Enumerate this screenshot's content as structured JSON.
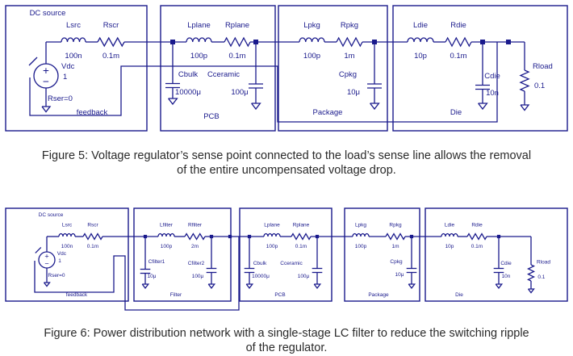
{
  "figure5": {
    "caption_line1": "Figure 5: Voltage regulator’s sense point connected to the load’s sense line allows the removal",
    "caption_line2": "of the entire uncompensated voltage drop.",
    "box_labels": [
      "DC source",
      "PCB",
      "Package",
      "Die"
    ],
    "feedback_label": "feedback",
    "source": {
      "name": "Vdc",
      "value": "1",
      "rser": "Rser=0"
    },
    "components": [
      {
        "id": "lsrc",
        "name": "Lsrc",
        "value": "100n"
      },
      {
        "id": "rscr",
        "name": "Rscr",
        "value": "0.1m"
      },
      {
        "id": "lplane",
        "name": "Lplane",
        "value": "100p"
      },
      {
        "id": "rplane",
        "name": "Rplane",
        "value": "0.1m"
      },
      {
        "id": "cbulk",
        "name": "Cbulk",
        "value": "10000μ"
      },
      {
        "id": "cceramic",
        "name": "Cceramic",
        "value": "100μ"
      },
      {
        "id": "lpkg",
        "name": "Lpkg",
        "value": "100p"
      },
      {
        "id": "rpkg",
        "name": "Rpkg",
        "value": "1m"
      },
      {
        "id": "cpkg",
        "name": "Cpkg",
        "value": "10μ"
      },
      {
        "id": "ldie",
        "name": "Ldie",
        "value": "10p"
      },
      {
        "id": "rdie",
        "name": "Rdie",
        "value": "0.1m"
      },
      {
        "id": "cdie",
        "name": "Cdie",
        "value": "10n"
      },
      {
        "id": "rload",
        "name": "Rload",
        "value": "0.1"
      }
    ]
  },
  "figure6": {
    "caption_line1": "Figure 6: Power distribution network with a single-stage LC filter to reduce the switching ripple",
    "caption_line2": "of the regulator.",
    "box_labels": [
      "DC source",
      "Filter",
      "PCB",
      "Package",
      "Die"
    ],
    "feedback_label": "feedback",
    "source": {
      "name": "Vdc",
      "value": "1",
      "rser": "Rser=0"
    },
    "components": [
      {
        "id": "lsrc",
        "name": "Lsrc",
        "value": "100n"
      },
      {
        "id": "rscr",
        "name": "Rscr",
        "value": "0.1m"
      },
      {
        "id": "lfilter",
        "name": "Lfilter",
        "value": "100p"
      },
      {
        "id": "rfilter",
        "name": "Rfilter",
        "value": "2m"
      },
      {
        "id": "cfilter1",
        "name": "Cfilter1",
        "value": "10μ"
      },
      {
        "id": "cfilter2",
        "name": "Cfilter2",
        "value": "100μ"
      },
      {
        "id": "lplane",
        "name": "Lplane",
        "value": "100p"
      },
      {
        "id": "rplane",
        "name": "Rplane",
        "value": "0.1m"
      },
      {
        "id": "cbulk",
        "name": "Cbulk",
        "value": "10000μ"
      },
      {
        "id": "cceramic",
        "name": "Cceramic",
        "value": "100μ"
      },
      {
        "id": "lpkg",
        "name": "Lpkg",
        "value": "100p"
      },
      {
        "id": "rpkg",
        "name": "Rpkg",
        "value": "1m"
      },
      {
        "id": "cpkg",
        "name": "Cpkg",
        "value": "10μ"
      },
      {
        "id": "ldie",
        "name": "Ldie",
        "value": "10p"
      },
      {
        "id": "rdie",
        "name": "Rdie",
        "value": "0.1m"
      },
      {
        "id": "cdie",
        "name": "Cdie",
        "value": "10n"
      },
      {
        "id": "rload",
        "name": "Rload",
        "value": "0.1"
      }
    ]
  }
}
